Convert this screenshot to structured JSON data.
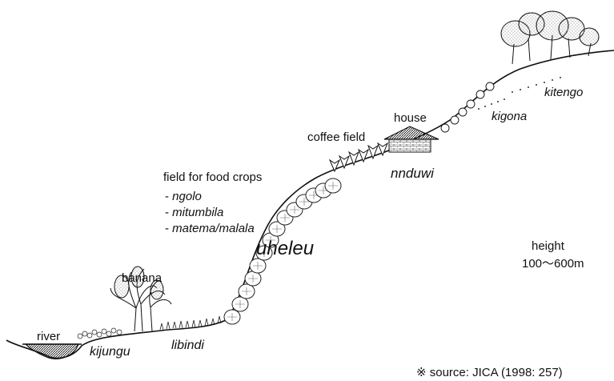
{
  "labels": {
    "river": "river",
    "kijungu": "kijungu",
    "banana": "banana",
    "libindi": "libindi",
    "field_title": "field for food crops",
    "crop_1": "ngolo",
    "crop_2": "mitumbila",
    "crop_3": "matema/malala",
    "crop_prefix": "- ",
    "uheleu": "uheleu",
    "coffee_field": "coffee field",
    "house": "house",
    "nnduwi": "nnduwi",
    "kigona": "kigona",
    "kitengo": "kitengo",
    "height_label": "height",
    "height_value": "100〜600m",
    "source": "※ source: JICA (1998: 257)"
  },
  "colors": {
    "ink": "#111111",
    "water": "#222222"
  }
}
